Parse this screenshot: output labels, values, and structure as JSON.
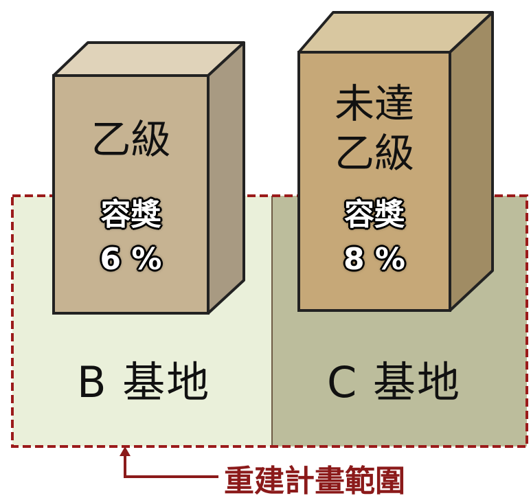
{
  "sites": {
    "b_label": "B 基地",
    "c_label": "C 基地"
  },
  "building_b": {
    "grade": "乙級",
    "bonus_label": "容獎",
    "bonus_value": "6 %"
  },
  "building_c": {
    "grade_line1": "未達",
    "grade_line2": "乙級",
    "bonus_label": "容獎",
    "bonus_value": "8 %"
  },
  "scope": {
    "label": "重建計畫範圍",
    "border_color": "#9b1b1b"
  },
  "colors": {
    "site_b_fill": "#eaf0da",
    "site_c_fill": "#bcbd9c",
    "building_b_front": "#c6b392",
    "building_c_front": "#c6a878"
  }
}
